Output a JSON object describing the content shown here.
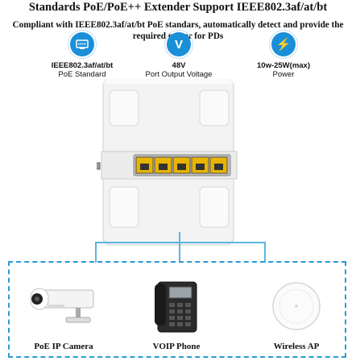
{
  "header": {
    "title": "Standards PoE/PoE++ Extender Support IEEE802.3af/at/bt",
    "subtitle": "Compliant with IEEE802.3af/at/bt PoE standars, automatically detect and provide the required power for PDs"
  },
  "features": [
    {
      "icon": "ethernet-icon",
      "value": "IEEE802.3af/at/bt",
      "label": "PoE Standard"
    },
    {
      "icon": "voltage-icon",
      "value": "48V",
      "label": "Port Output Voltage"
    },
    {
      "icon": "lightning-icon",
      "value": "10w-25W(max)",
      "label": "Power"
    }
  ],
  "feature_icon_glyphs": {
    "voltage": "V",
    "lightning": "⚡"
  },
  "devices": [
    {
      "label": "PoE IP Camera",
      "icon": "ip-camera-icon"
    },
    {
      "label": "VOIP Phone",
      "icon": "voip-phone-icon"
    },
    {
      "label": "Wireless AP",
      "icon": "wireless-ap-icon"
    }
  ],
  "colors": {
    "accent": "#1a8fd8",
    "dashed_border": "#2a9ad4",
    "port": "#e8b400"
  }
}
